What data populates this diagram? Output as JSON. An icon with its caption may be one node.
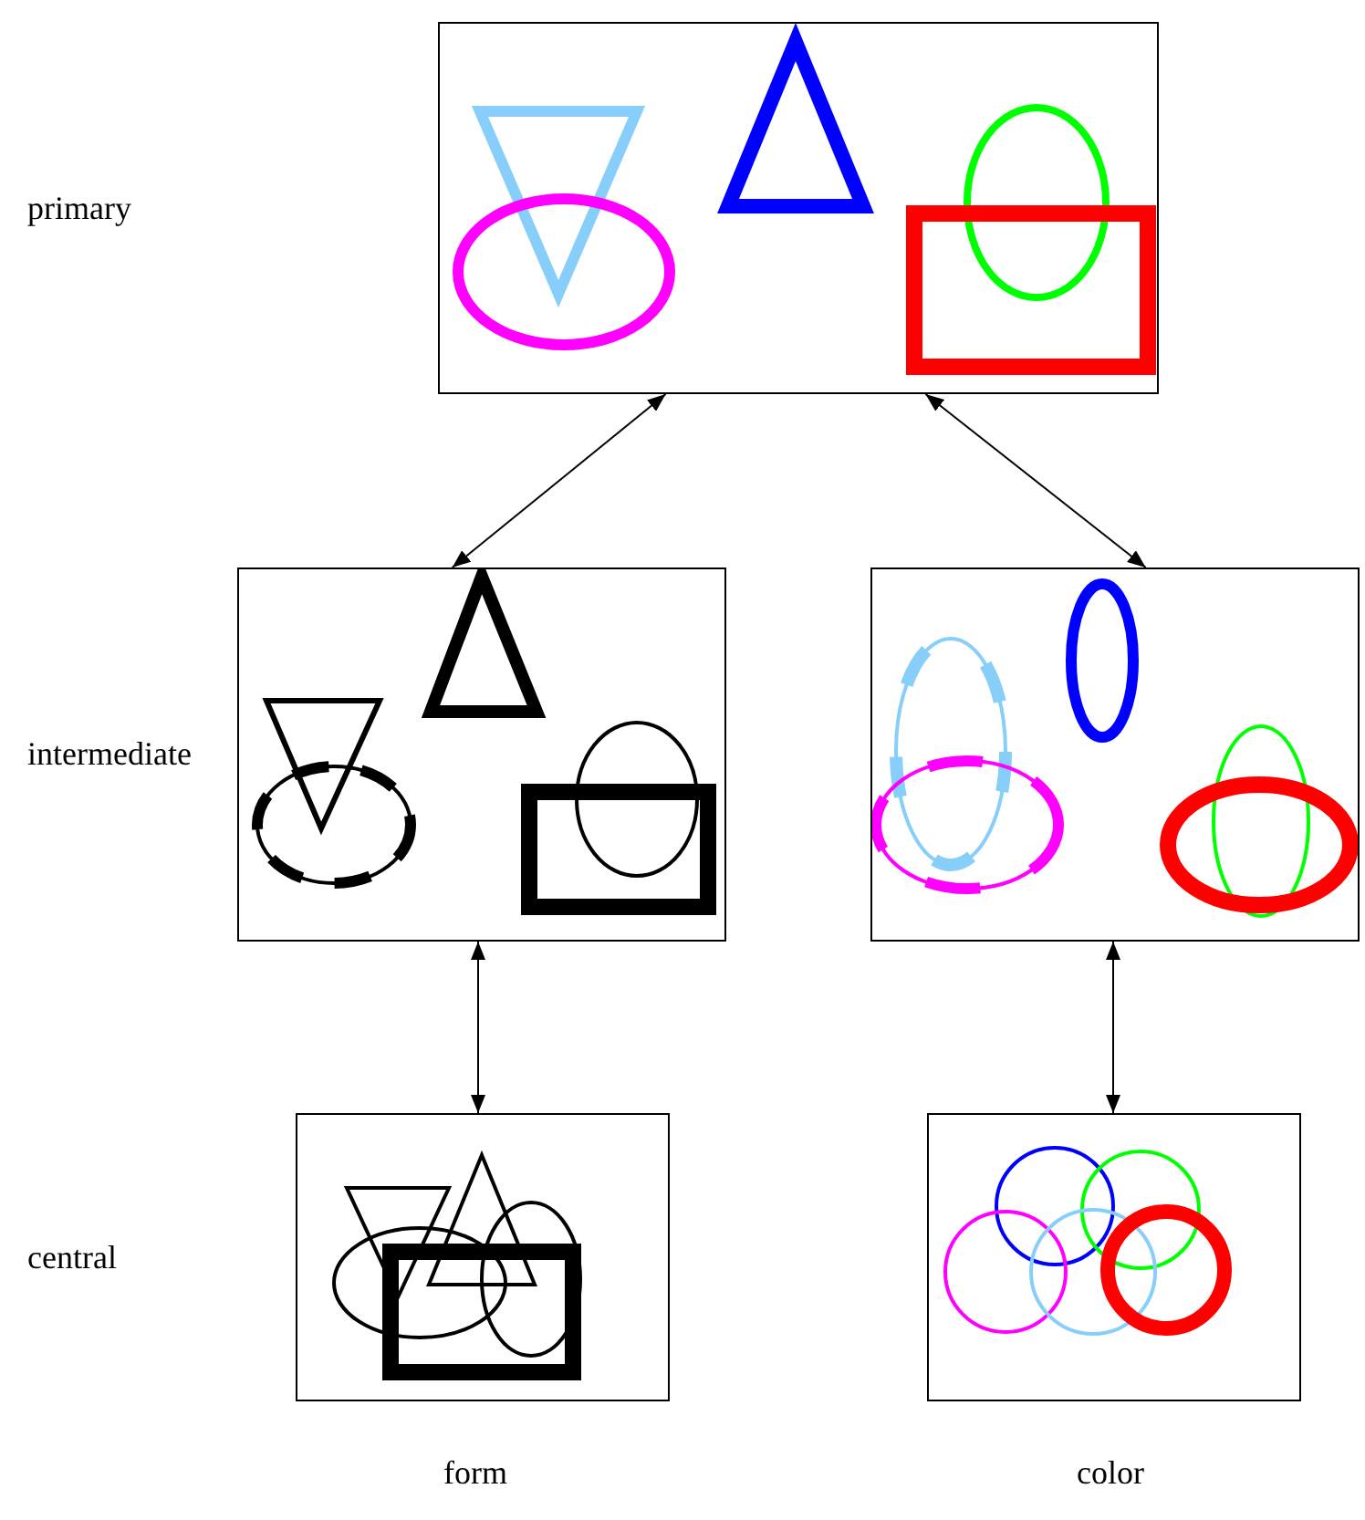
{
  "diagram": {
    "nodes": [
      {
        "text": [],
        "shape": "picture"
      },
      {
        "text": [],
        "shape": "picture"
      },
      {
        "text": [],
        "shape": "picture"
      },
      {
        "text": [],
        "shape": "picture"
      },
      {
        "text": [],
        "shape": "picture"
      }
    ],
    "edges": [
      {
        "from": 0,
        "to": 1,
        "arrow": "both"
      },
      {
        "from": 0,
        "to": 2,
        "arrow": "both"
      },
      {
        "from": 1,
        "to": 3,
        "arrow": "both"
      },
      {
        "from": 2,
        "to": 4,
        "arrow": "both"
      }
    ],
    "labels": [
      "primary",
      "intermediate",
      "central",
      "form",
      "color"
    ]
  }
}
